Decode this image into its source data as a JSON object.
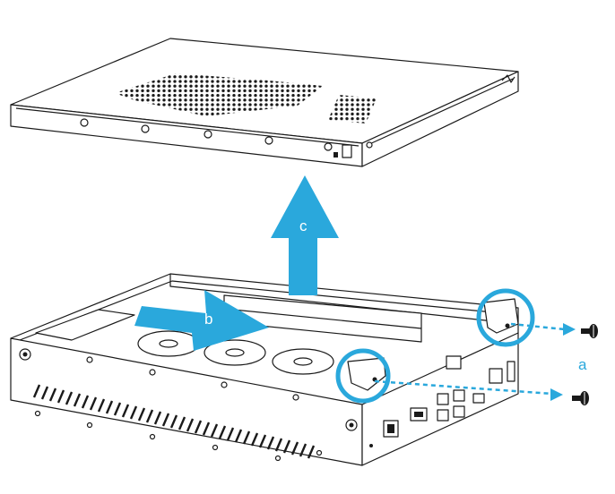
{
  "diagram": {
    "steps": {
      "a": "a",
      "b": "b",
      "c": "c"
    },
    "colors": {
      "accent": "#2aa8dc",
      "line": "#1a1a1a",
      "background": "#ffffff"
    }
  }
}
